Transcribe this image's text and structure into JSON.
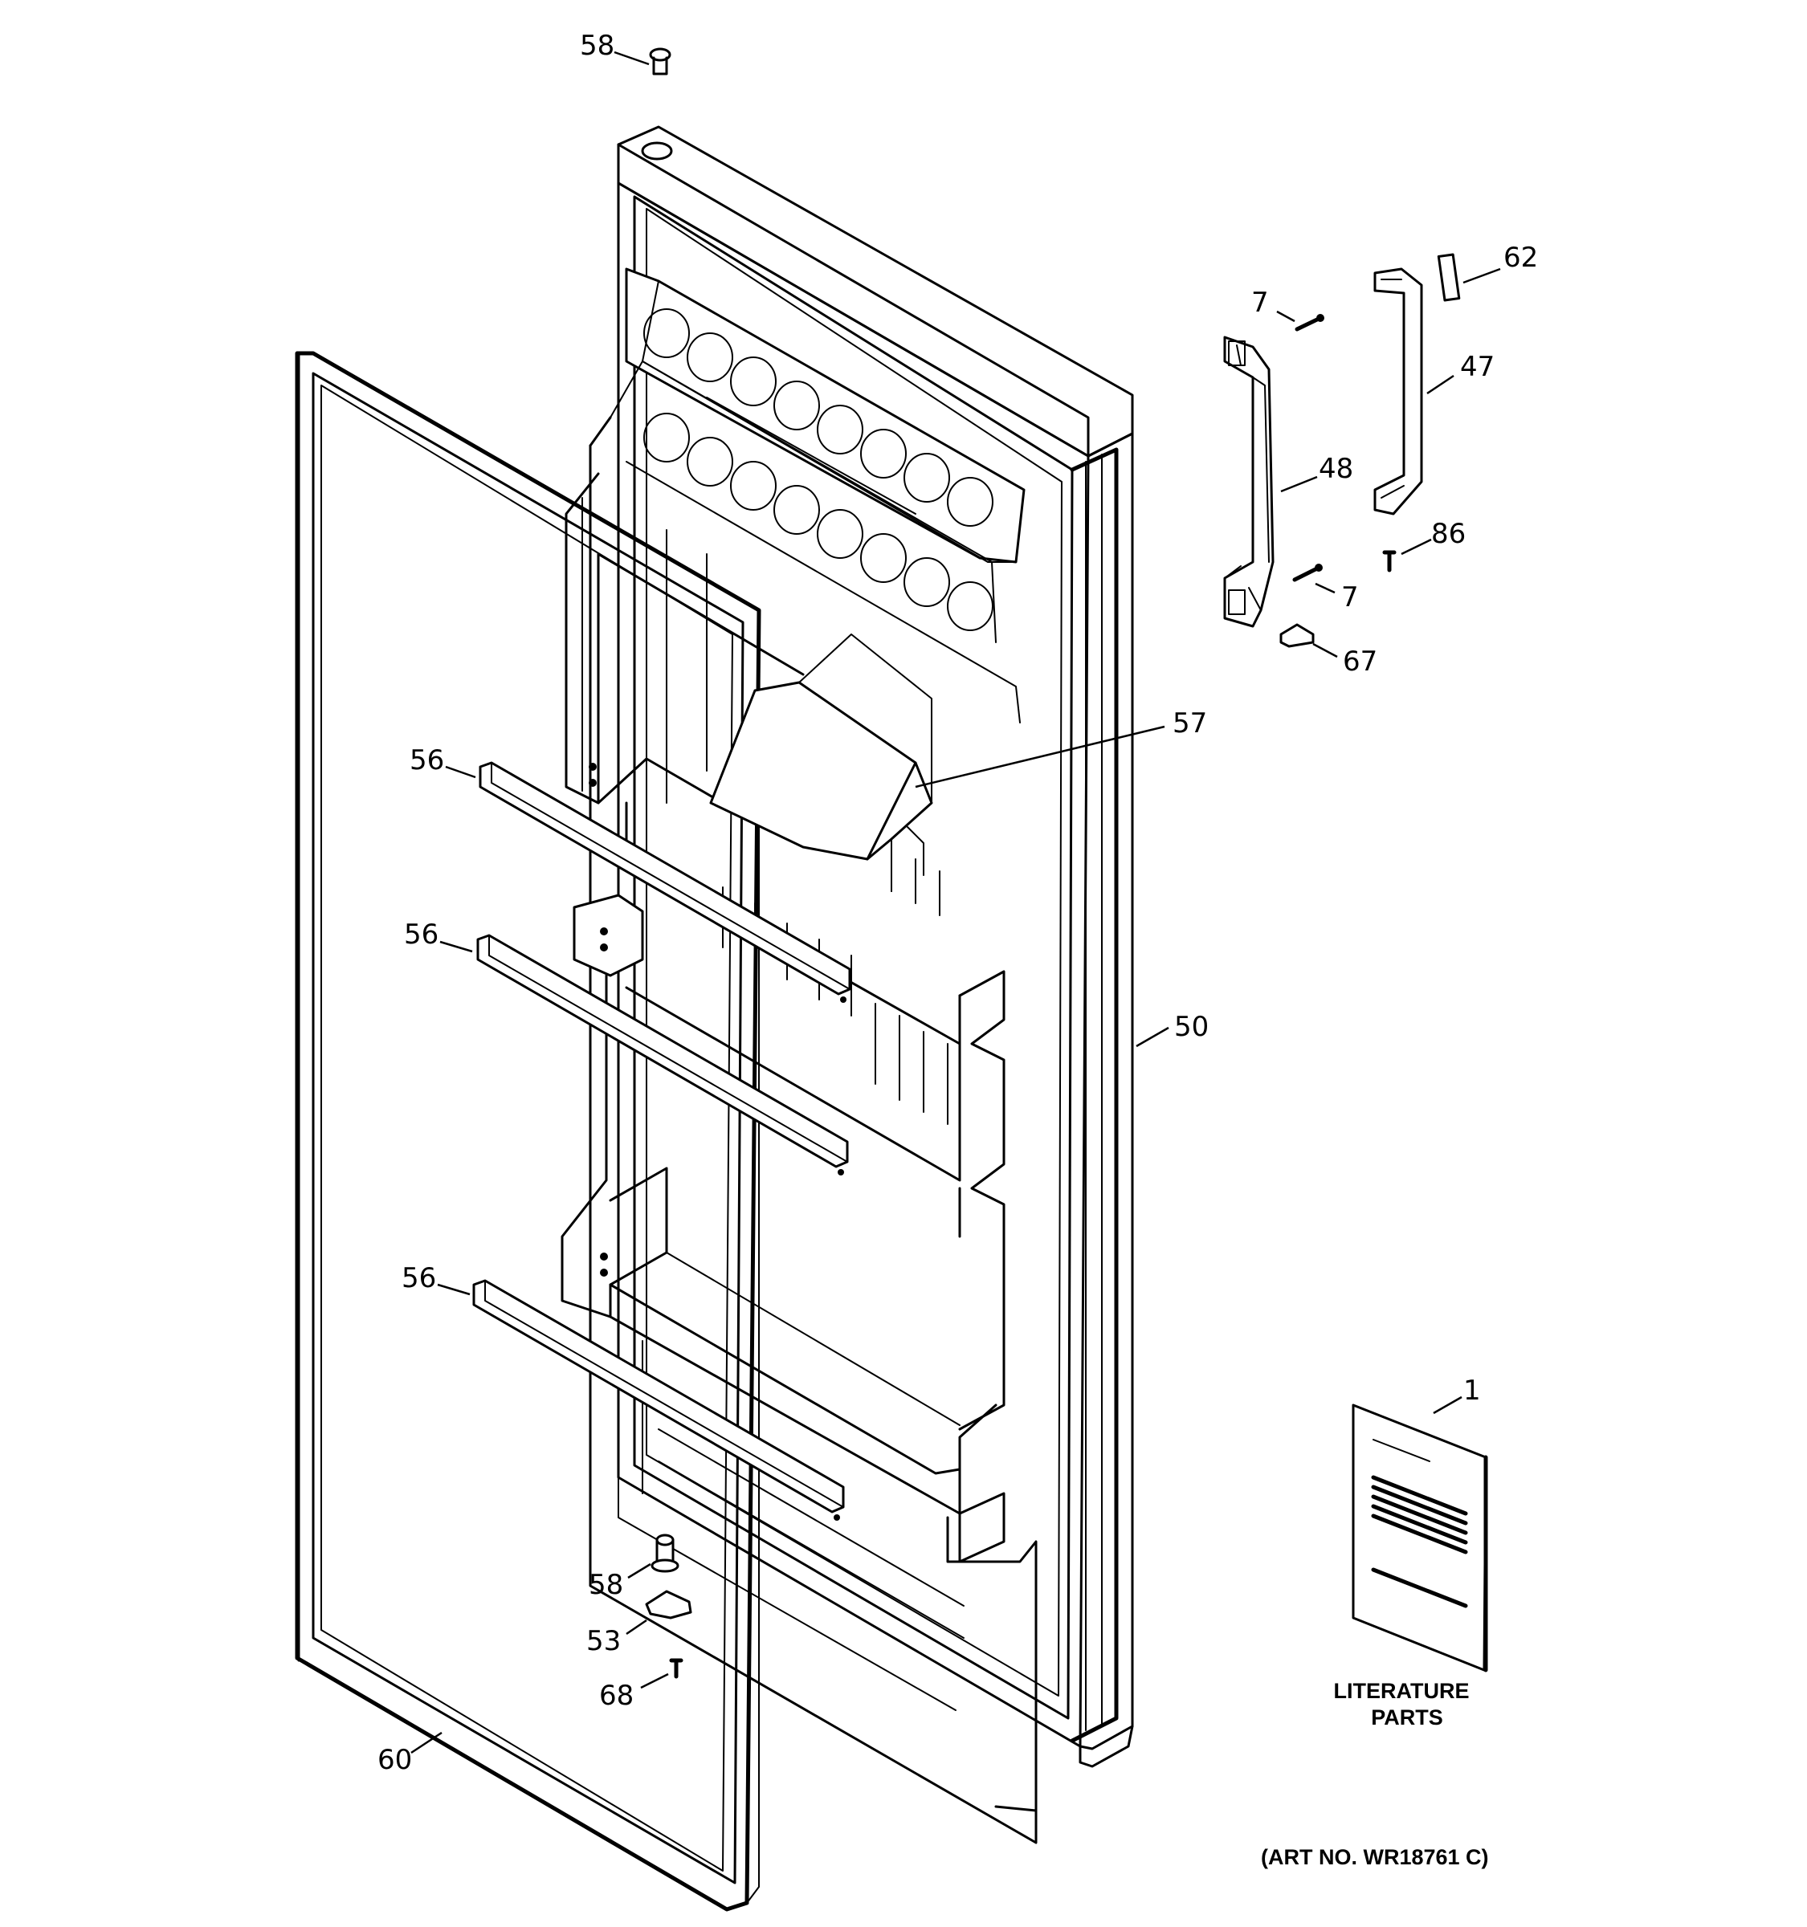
{
  "callouts": [
    {
      "id": "c58top",
      "label": "58"
    },
    {
      "id": "c62",
      "label": "62"
    },
    {
      "id": "c7a",
      "label": "7"
    },
    {
      "id": "c47",
      "label": "47"
    },
    {
      "id": "c48",
      "label": "48"
    },
    {
      "id": "c86",
      "label": "86"
    },
    {
      "id": "c7b",
      "label": "7"
    },
    {
      "id": "c67",
      "label": "67"
    },
    {
      "id": "c57",
      "label": "57"
    },
    {
      "id": "c56a",
      "label": "56"
    },
    {
      "id": "c56b",
      "label": "56"
    },
    {
      "id": "c56c",
      "label": "56"
    },
    {
      "id": "c50",
      "label": "50"
    },
    {
      "id": "c1",
      "label": "1"
    },
    {
      "id": "c58bot",
      "label": "58"
    },
    {
      "id": "c53",
      "label": "53"
    },
    {
      "id": "c68",
      "label": "68"
    },
    {
      "id": "c60",
      "label": "60"
    }
  ],
  "literature": {
    "line1": "LITERATURE",
    "line2": "PARTS"
  },
  "art_number": "(ART NO. WR18761 C)"
}
